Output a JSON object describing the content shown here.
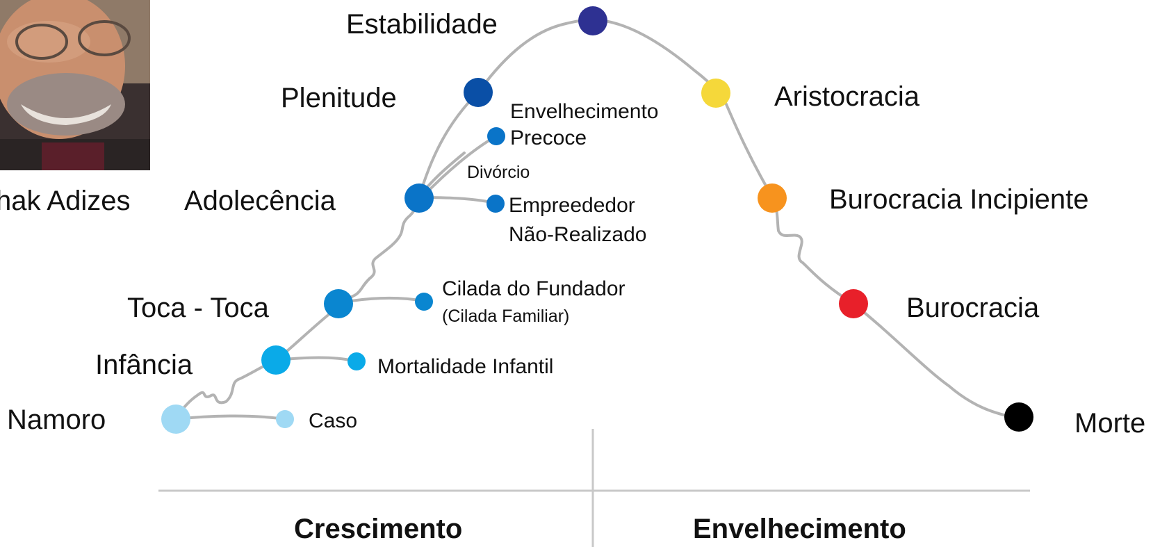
{
  "portrait": {
    "caption": "hak Adizes",
    "caption_color": "#3a5f9a"
  },
  "stages": {
    "namoro": {
      "label": "Namoro",
      "color": "#9fd9f4"
    },
    "infancia": {
      "label": "Infância",
      "color": "#0aaae8"
    },
    "toca_toca": {
      "label": "Toca - Toca",
      "color": "#0a86d0"
    },
    "adolecencia": {
      "label": "Adolecência",
      "color": "#0a74c8"
    },
    "plenitude": {
      "label": "Plenitude",
      "color": "#0a4fa6"
    },
    "estabilidade": {
      "label": "Estabilidade",
      "color": "#2e3192"
    },
    "aristocracia": {
      "label": "Aristocracia",
      "color": "#f5d83a"
    },
    "burocracia_incipiente": {
      "label": "Burocracia Incipiente",
      "color": "#f7931e"
    },
    "burocracia": {
      "label": "Burocracia",
      "color": "#e8202a"
    },
    "morte": {
      "label": "Morte",
      "color": "#000000"
    }
  },
  "traps": {
    "caso": {
      "label": "Caso",
      "color": "#9fd9f4"
    },
    "mortalidade_infantil": {
      "label": "Mortalidade Infantil",
      "color": "#0aaae8"
    },
    "cilada_fundador": {
      "line1": "Cilada do Fundador",
      "line2": "(Cilada Familiar)",
      "color": "#0a86d0"
    },
    "empreendedor": {
      "line1": "Empreededor",
      "line2": "Não-Realizado",
      "color": "#0a74c8"
    },
    "envelhecimento_precoce": {
      "line1": "Envelhecimento",
      "line2": "Precoce",
      "color": "#0a74c8"
    },
    "divorcio": {
      "label": "Divórcio",
      "color": "#1a78c2"
    }
  },
  "phases": {
    "growth": "Crescimento",
    "aging": "Envelhecimento"
  },
  "colors": {
    "curve": "#b3b3b3",
    "axis": "#c8c8c8"
  }
}
